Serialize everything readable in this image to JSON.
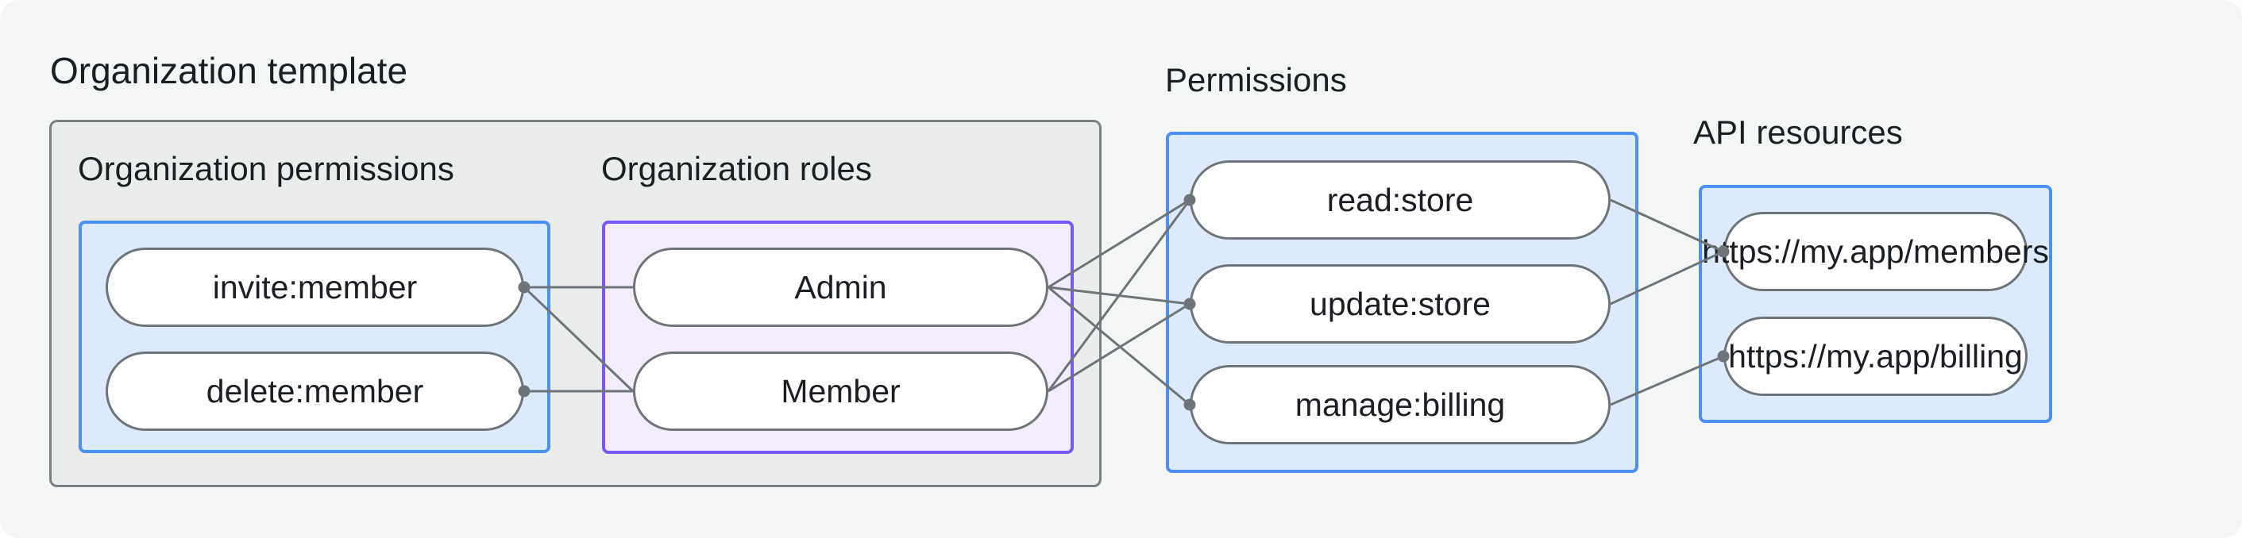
{
  "title": "Organization template",
  "sections": {
    "org_permissions": {
      "heading": "Organization permissions"
    },
    "org_roles": {
      "heading": "Organization roles"
    },
    "permissions": {
      "heading": "Permissions"
    },
    "api_resources": {
      "heading": "API resources"
    }
  },
  "nodes": [
    {
      "id": "invite",
      "section": "org_permissions",
      "label": "invite:member"
    },
    {
      "id": "delete",
      "section": "org_permissions",
      "label": "delete:member"
    },
    {
      "id": "admin",
      "section": "org_roles",
      "label": "Admin"
    },
    {
      "id": "member",
      "section": "org_roles",
      "label": "Member"
    },
    {
      "id": "read",
      "section": "permissions",
      "label": "read:store"
    },
    {
      "id": "update",
      "section": "permissions",
      "label": "update:store"
    },
    {
      "id": "manage",
      "section": "permissions",
      "label": "manage:billing"
    },
    {
      "id": "members_api",
      "section": "api_resources",
      "label": "https://my.app/members"
    },
    {
      "id": "billing_api",
      "section": "api_resources",
      "label": "https://my.app/billing"
    }
  ],
  "edges": [
    {
      "from": "invite",
      "to": "admin"
    },
    {
      "from": "invite",
      "to": "member"
    },
    {
      "from": "delete",
      "to": "member"
    },
    {
      "from": "admin",
      "to": "read"
    },
    {
      "from": "admin",
      "to": "update"
    },
    {
      "from": "admin",
      "to": "manage"
    },
    {
      "from": "member",
      "to": "read"
    },
    {
      "from": "member",
      "to": "update"
    },
    {
      "from": "read",
      "to": "members_api"
    },
    {
      "from": "update",
      "to": "members_api"
    },
    {
      "from": "manage",
      "to": "billing_api"
    }
  ],
  "colors": {
    "canvas_bg": "#f4f6f6",
    "gray_fill": "#ebedec",
    "gray_border": "#7c8084",
    "blue_fill": "#dceafb",
    "blue_border": "#4a90f7",
    "purple_fill": "#f2ecfb",
    "purple_border": "#7a58f7",
    "pill_fill": "#ffffff",
    "connector": "#6f7478",
    "text": "#1b1f23"
  }
}
